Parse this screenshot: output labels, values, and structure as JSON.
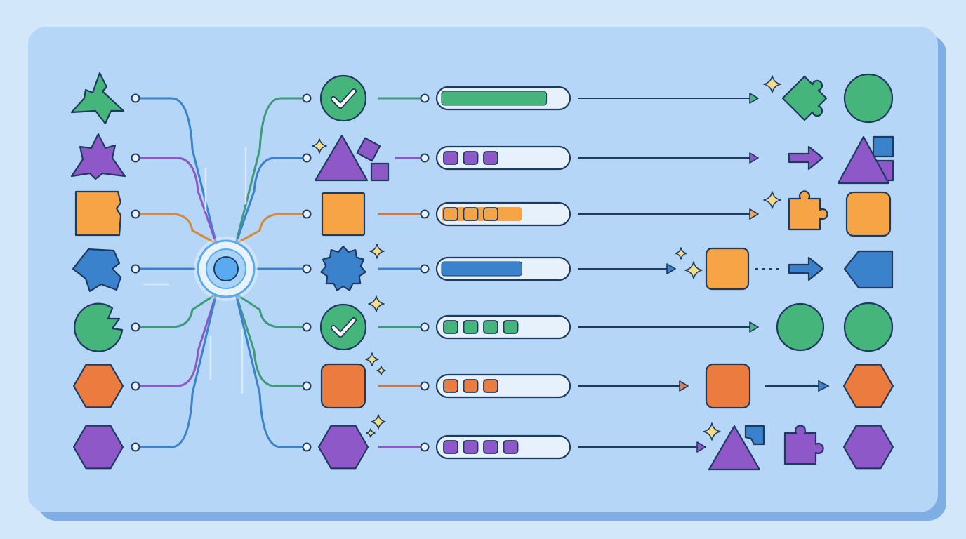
{
  "colors": {
    "background": "#d3e7fb",
    "panel": "#b5d6f7",
    "panel_shadow": "#7eaee3",
    "outline": "#1f3a5f",
    "green": "#45b57c",
    "purple": "#8e58c9",
    "orange_light": "#f7a447",
    "orange": "#ec7b3f",
    "blue": "#3a82cc",
    "hub_ring": "#ffffff",
    "hub_core": "#5aaaf0",
    "bar_track": "#e6f1fc",
    "sparkle": "#f5dc86"
  },
  "rows": [
    {
      "id": "row-1",
      "color": "green",
      "input": "broken-triangle",
      "stage": "check-circle",
      "bar": {
        "style": "fill",
        "progress": 0.85
      },
      "mid": "sparkle-puzzle",
      "output": "circle"
    },
    {
      "id": "row-2",
      "color": "purple",
      "input": "broken-star",
      "stage": "triangle-squares",
      "bar": {
        "style": "segments",
        "segments": 3,
        "progress": 0.0
      },
      "mid": "arrow",
      "output": "triangle-squares"
    },
    {
      "id": "row-3",
      "color": "orange_light",
      "input": "broken-square",
      "stage": "square",
      "bar": {
        "style": "segments",
        "segments": 3,
        "progress": 0.65
      },
      "mid": "sparkle-puzzle",
      "output": "rounded-square"
    },
    {
      "id": "row-4",
      "color": "blue",
      "input": "broken-gem",
      "stage": "badge",
      "bar": {
        "style": "fill",
        "progress": 0.65
      },
      "mid": "sparkle-square-arrow",
      "output": "pentagon-tag"
    },
    {
      "id": "row-5",
      "color": "green",
      "input": "broken-circle",
      "stage": "check-circle",
      "bar": {
        "style": "segments",
        "segments": 4,
        "progress": 0.0
      },
      "mid": "circle",
      "output": "circle"
    },
    {
      "id": "row-6",
      "color": "orange",
      "input": "hexagon",
      "stage": "rounded-square",
      "bar": {
        "style": "segments",
        "segments": 3,
        "progress": 0.0
      },
      "mid": "square-arrow",
      "output": "hexagon"
    },
    {
      "id": "row-7",
      "color": "purple",
      "input": "hexagon",
      "stage": "hexagon",
      "bar": {
        "style": "segments",
        "segments": 4,
        "progress": 0.0
      },
      "mid": "triangle-puzzle",
      "output": "hexagon"
    }
  ],
  "icons": {
    "hub": "hub-node-icon",
    "sparkle": "sparkle-icon",
    "check": "checkmark-icon",
    "puzzle": "puzzle-piece-icon",
    "arrow": "arrow-right-icon"
  }
}
